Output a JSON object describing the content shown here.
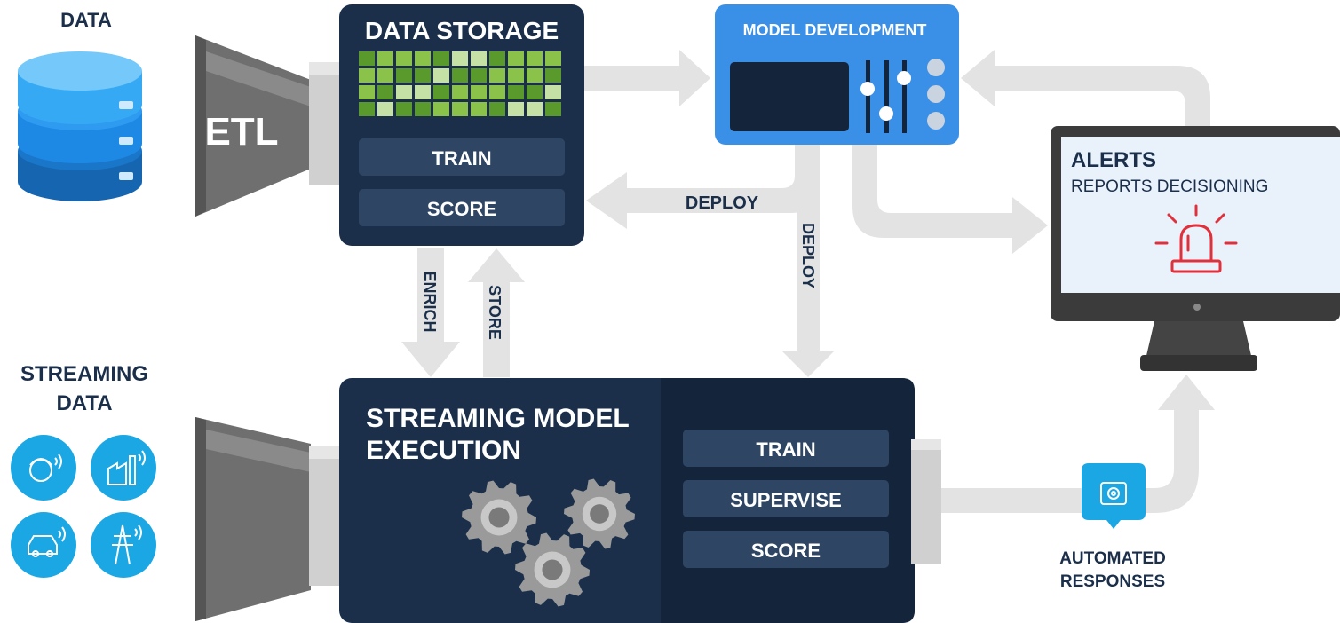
{
  "sources": {
    "data_label": "DATA",
    "streaming_label_line1": "STREAMING",
    "streaming_label_line2": "DATA",
    "streaming_icons": [
      "person-icon",
      "factory-icon",
      "car-icon",
      "power-tower-icon"
    ]
  },
  "etl": {
    "label": "ETL"
  },
  "data_storage": {
    "title": "DATA STORAGE",
    "buttons": [
      "TRAIN",
      "SCORE"
    ]
  },
  "model_development": {
    "title": "MODEL DEVELOPMENT"
  },
  "flows": {
    "deploy_horizontal": "DEPLOY",
    "deploy_vertical": "DEPLOY",
    "enrich": "ENRICH",
    "store": "STORE"
  },
  "alerts": {
    "title": "ALERTS",
    "subtitle": "REPORTS DECISIONING"
  },
  "streaming_execution": {
    "title_line1": "STREAMING MODEL",
    "title_line2": "EXECUTION",
    "buttons": [
      "TRAIN",
      "SUPERVISE",
      "SCORE"
    ]
  },
  "automated": {
    "line1": "AUTOMATED",
    "line2": "RESPONSES"
  },
  "colors": {
    "navy": "#1b2f4b",
    "navy_dark": "#14243b",
    "blue_accent": "#3a8fe6",
    "cyan": "#1aa7e4",
    "arrow_gray": "#e3e3e3",
    "alert_red": "#e0303c",
    "green_dark": "#5a9a2c",
    "green_mid": "#8bc34a",
    "green_light": "#c5e1a5"
  }
}
